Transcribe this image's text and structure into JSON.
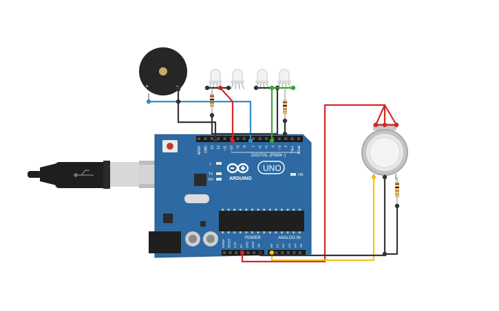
{
  "board": {
    "name": "ARDUINO",
    "model": "UNO",
    "digital_header": "DIGITAL (PWM~)",
    "power_header": "POWER",
    "analog_header": "ANALOG IN",
    "led_labels": {
      "l": "L",
      "tx": "TX",
      "rx": "RX",
      "on": "ON"
    },
    "digital_pins": [
      "AREF",
      "GND",
      "13",
      "12",
      "~11",
      "~10",
      "~9",
      "8",
      "7",
      "~6",
      "~5",
      "4",
      "~3",
      "2",
      "TX▸1",
      "RX◂0"
    ],
    "power_pins": [
      "IOREF",
      "RESET",
      "3.3V",
      "5V",
      "GND",
      "GND",
      "Vin"
    ],
    "analog_pins": [
      "A0",
      "A1",
      "A2",
      "A3",
      "A4",
      "A5"
    ]
  },
  "buzzer": {
    "plus": "+",
    "minus": "−"
  },
  "colors": {
    "board": "#2d6aa3",
    "wire_red": "#d32626",
    "wire_black": "#333333",
    "wire_blue": "#2c8fc9",
    "wire_green": "#37a832",
    "wire_yellow": "#f2c40f"
  }
}
